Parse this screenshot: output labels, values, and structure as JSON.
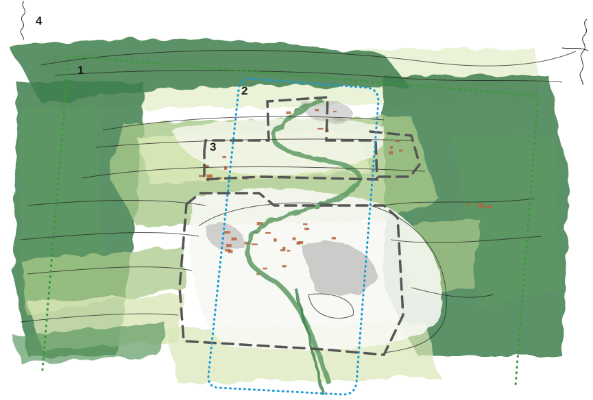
{
  "labels": {
    "zone_1": "1",
    "zone_2": "2",
    "zone_3": "3",
    "zone_4": "4"
  },
  "colors": {
    "green_dark": "#3f7f4e",
    "green_mid": "#5e9a63",
    "green_light": "#a9c98a",
    "green_pale": "#d9e7b6",
    "zone_1_green_dotted": "#3a9a3a",
    "zone_2_blue_dotted": "#1a9ad6",
    "zone_3_gray_dashed": "#555555",
    "rooftops": "#b5643a",
    "gray_wash": "#a6a6a6",
    "ink": "#222222"
  }
}
